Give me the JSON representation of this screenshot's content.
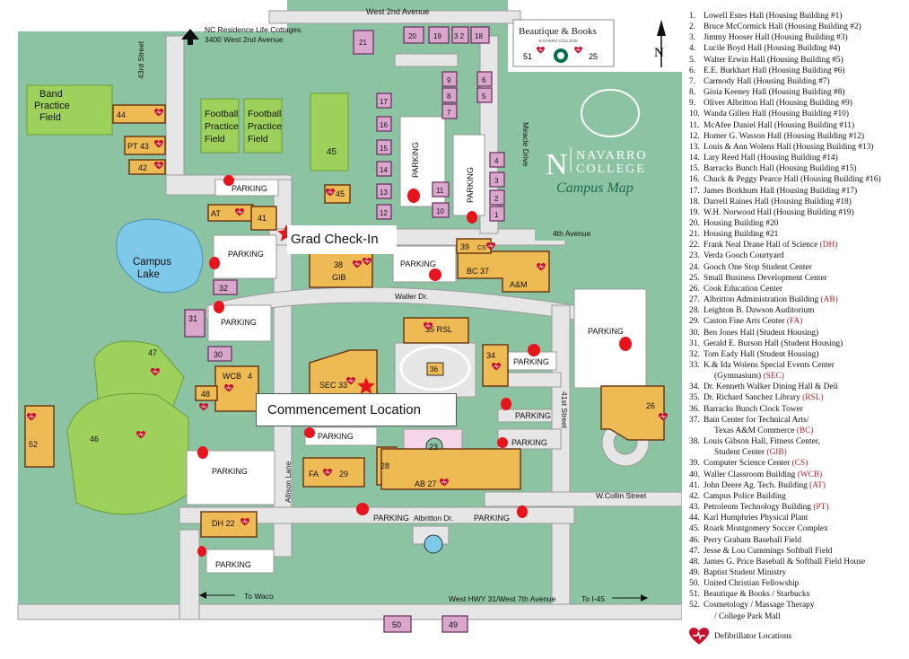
{
  "colors": {
    "grass": "#8cc4a3",
    "road": "#e6e6e6",
    "roadEdge": "#9a9a9a",
    "building": "#eeba54",
    "buildingEdge": "#6d3b16",
    "purple": "#d9a7cc",
    "purpleEdge": "#6e3465",
    "field": "#9ed15b",
    "lake": "#7ec8ea",
    "parking": "#ffffff",
    "marker": "#e8141c",
    "defib": "#c8102e",
    "title": "#1f6b4f"
  },
  "header": {
    "cottages_line1": "NC Residence Life Cottages",
    "cottages_line2": "3400 West 2nd Avenue",
    "west2nd": "West 2nd Avenue",
    "north": "N",
    "store_name": "Beautique & Books",
    "store_sub": "NAVARRO COLLEGE",
    "store_num_left": "51",
    "store_num_right": "25"
  },
  "branding": {
    "letter": "N",
    "college_line1": "NAVARRO",
    "college_line2": "COLLEGE",
    "map_title": "Campus Map"
  },
  "streets": {
    "st43": "43rd Street",
    "miracle": "Miracle Drive",
    "ave4": "4th Avenue",
    "waller": "Waller Dr.",
    "allison": "Allison Lane",
    "st41": "41st Street",
    "wcollin": "W.Collin Street",
    "albritton": "Albritton Dr.",
    "hwy": "West HWY 31/West 7th Avenue",
    "waco": "To Waco",
    "i45": "To I-45"
  },
  "areas": {
    "band": "Band Practice Field",
    "football1": "Football Practice Field",
    "football2": "Football Practice Field",
    "lake": "Campus Lake",
    "parking": "PARKING"
  },
  "buildings": {
    "b44": "44",
    "b43": "PT 43",
    "b42": "42",
    "b41": "41",
    "bat": "AT",
    "b45": "45",
    "b32": "32",
    "b31": "31",
    "b30": "30",
    "b38": "38",
    "bgib": "GIB",
    "b39": "39",
    "bcs": "CS",
    "bbc": "BC 37",
    "bam": "A&M",
    "b35": "35 RSL",
    "b36": "36",
    "b34": "34",
    "bwcb": "WCB",
    "b40": "4",
    "bsec": "SEC 33",
    "b48": "48",
    "b47": "47",
    "b46": "46",
    "b52": "52",
    "b23": "23",
    "b28": "28",
    "bab": "AB 27",
    "bfa": "FA",
    "b29": "29",
    "bdh": "DH 22",
    "b26": "26",
    "b50": "50",
    "b49": "49",
    "h21": "21",
    "h20": "20",
    "h19": "19",
    "h32b": "3 2",
    "h18": "18",
    "h17": "17",
    "h16": "16",
    "h15": "15",
    "h14": "14",
    "h13": "13",
    "h12": "12",
    "h11": "11",
    "h10": "10",
    "h9": "9",
    "h8": "8",
    "h7": "7",
    "h6": "6",
    "h5": "5",
    "h4": "4",
    "h3": "3",
    "h2": "2",
    "h1": "1"
  },
  "callouts": {
    "grad": "Grad Check-In",
    "commencement": "Commencement Location"
  },
  "legend": [
    {
      "n": "1.",
      "t": "Lowell Estes Hall (Housing Building #1)"
    },
    {
      "n": "2.",
      "t": "Bruce McCormick Hall (Housing Building #2)"
    },
    {
      "n": "3.",
      "t": "Jimmy Hooser Hall (Housing Building #3)"
    },
    {
      "n": "4.",
      "t": "Lucile Boyd Hall (Housing Building #4)"
    },
    {
      "n": "5.",
      "t": "Walter Erwin Hall (Housing Building #5)"
    },
    {
      "n": "6.",
      "t": "E.E. Burkhart Hall (Housing Building #6)"
    },
    {
      "n": "7.",
      "t": "Carmody Hall (Housing Building #7)"
    },
    {
      "n": "8.",
      "t": "Gioia Keeney Hall (Housing Building #8)"
    },
    {
      "n": "9.",
      "t": "Oliver Albritton Hall (Housing Building #9)"
    },
    {
      "n": "10.",
      "t": "Wanda Gillen Hall (Housing Building #10)"
    },
    {
      "n": "11.",
      "t": "McAfee Daniel Hall (Housing Building #11)"
    },
    {
      "n": "12.",
      "t": "Homer G. Wasson Hall (Housing Building #12)"
    },
    {
      "n": "13.",
      "t": "Louis & Ann Wolens Hall (Housing Building #13)"
    },
    {
      "n": "14.",
      "t": "Lary Reed Hall (Housing Building #14)"
    },
    {
      "n": "15.",
      "t": "Barracks Bunch Hall (Housing Building #15)"
    },
    {
      "n": "16.",
      "t": "Chuck & Peggy Pearce Hall (Housing Building #16)"
    },
    {
      "n": "17.",
      "t": "James Borkhum Hall (Housing Building #17)"
    },
    {
      "n": "18.",
      "t": "Darrell Raines Hall (Housing Building #18)"
    },
    {
      "n": "19.",
      "t": "W.H. Norwood Hall (Housing Building #19)"
    },
    {
      "n": "20.",
      "t": "Housing Building #20"
    },
    {
      "n": "21.",
      "t": "Housing Building #21"
    },
    {
      "n": "22.",
      "t": "Frank Neal Drane Hall of Science ",
      "a": "(DH)"
    },
    {
      "n": "23.",
      "t": "Verda Gooch Courtyard"
    },
    {
      "n": "24.",
      "t": "Gooch One Stop Student Center"
    },
    {
      "n": "25.",
      "t": "Small Business Development Center"
    },
    {
      "n": "26.",
      "t": "Cook Education Center"
    },
    {
      "n": "27.",
      "t": "Albritton Administration Building ",
      "a": "(AB)"
    },
    {
      "n": "28.",
      "t": "Leighton B. Dawson Auditorium"
    },
    {
      "n": "29.",
      "t": "Caston Fine Arts Center ",
      "a": "(FA)"
    },
    {
      "n": "30.",
      "t": "Ben Jones Hall (Student Housing)"
    },
    {
      "n": "31.",
      "t": "Gerald E. Burson Hall (Student Housing)"
    },
    {
      "n": "32.",
      "t": "Tom Eady Hall (Student Housing)"
    },
    {
      "n": "33.",
      "t": "K.& Ida Wolens Special Events Center"
    },
    {
      "n": "",
      "t": "(Gymnasium) ",
      "a": "(SEC)"
    },
    {
      "n": "34.",
      "t": "Dr. Kenneth Walker Dining Hall & Deli"
    },
    {
      "n": "35.",
      "t": "Dr. Richard Sanchez Library ",
      "a": "(RSL)"
    },
    {
      "n": "36.",
      "t": "Barracks Bunch Clock Tower"
    },
    {
      "n": "37.",
      "t": "Bain Center for Technical Arts/"
    },
    {
      "n": "",
      "t": "Texas A&M Commerce ",
      "a": "(BC)"
    },
    {
      "n": "38.",
      "t": "Louis Gibson Hall, Fitness Center,"
    },
    {
      "n": "",
      "t": "Student Center ",
      "a": "(GIB)"
    },
    {
      "n": "39.",
      "t": "Computer Science Center ",
      "a": "(CS)"
    },
    {
      "n": "40.",
      "t": "Waller Classroom Building ",
      "a": "(WCB)"
    },
    {
      "n": "41.",
      "t": "John Deere Ag. Tech. Building ",
      "a": "(AT)"
    },
    {
      "n": "42.",
      "t": "Campus Police Building"
    },
    {
      "n": "43.",
      "t": "Petroleum Technology Building ",
      "a": "(PT)"
    },
    {
      "n": "44.",
      "t": "Karl Humphries Physical Plant"
    },
    {
      "n": "45.",
      "t": "Roark Montgomery Soccer Complex"
    },
    {
      "n": "46.",
      "t": "Perry Graham Baseball Field"
    },
    {
      "n": "47.",
      "t": "Jesse & Lou Cummings Softball Field"
    },
    {
      "n": "48.",
      "t": "James G. Price Baseball & Softball Field House"
    },
    {
      "n": "49.",
      "t": "Baptist Student Ministry"
    },
    {
      "n": "50.",
      "t": "United Christian Fellowship"
    },
    {
      "n": "51.",
      "t": "Beautique & Books / Starbucks"
    },
    {
      "n": "52.",
      "t": "Cosmetology / Massage Therapy"
    },
    {
      "n": "",
      "t": "/ College Park Mall"
    }
  ],
  "legend_defib": "Defibrillator Locations"
}
